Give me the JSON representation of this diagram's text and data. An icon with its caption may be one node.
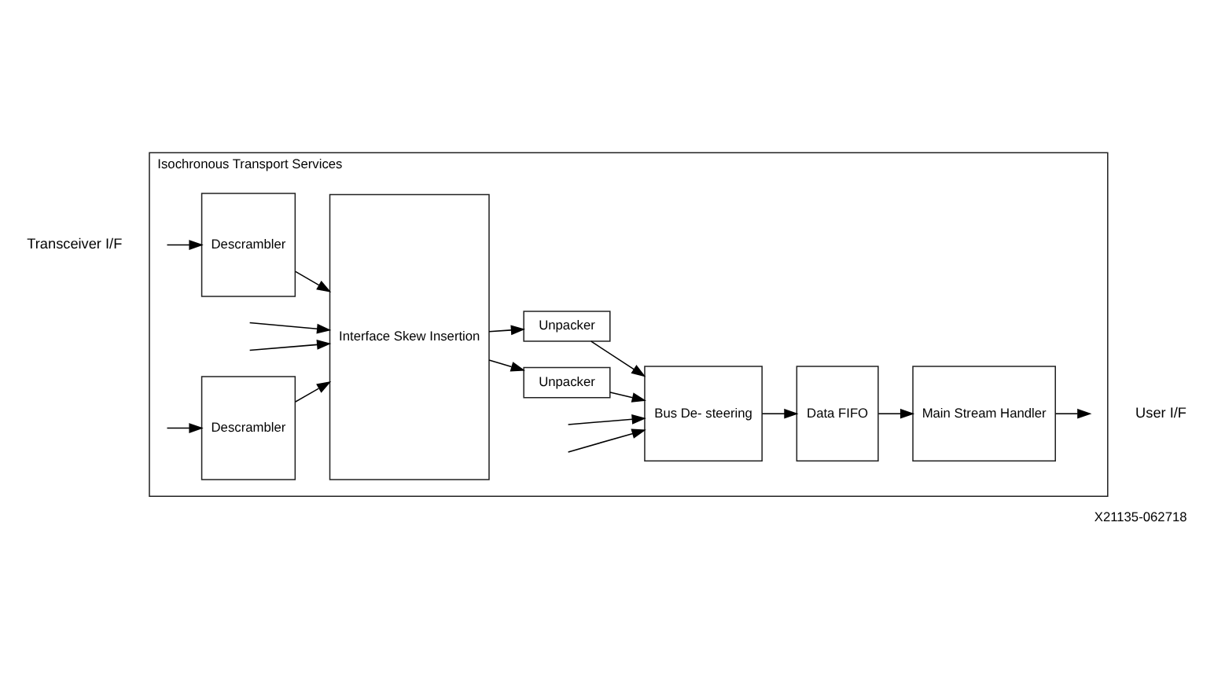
{
  "diagram": {
    "caption": "X21135-062718",
    "nodes": [
      {
        "text": [
          "Isochronous Transport Services"
        ]
      },
      {
        "text": [
          "Descrambler"
        ],
        "in": 0
      },
      {
        "text": [
          "Descrambler"
        ],
        "in": 0
      },
      {
        "text": [
          "Interface Skew Insertion"
        ],
        "in": 0
      },
      {
        "text": [
          "Unpacker"
        ],
        "in": 0
      },
      {
        "text": [
          "Unpacker"
        ],
        "in": 0
      },
      {
        "text": [
          "Bus De- steering"
        ],
        "in": 0
      },
      {
        "text": [
          "Data FIFO"
        ],
        "in": 0
      },
      {
        "text": [
          "Main Stream Handler"
        ],
        "in": 0
      }
    ],
    "edges": [
      {
        "from": null,
        "to": 1,
        "arrow": "to"
      },
      {
        "from": null,
        "to": 3,
        "arrow": "to"
      },
      {
        "from": null,
        "to": 3,
        "arrow": "to"
      },
      {
        "from": null,
        "to": 2,
        "arrow": "to"
      },
      {
        "from": 1,
        "to": 3,
        "arrow": "to"
      },
      {
        "from": 2,
        "to": 3,
        "arrow": "to"
      },
      {
        "from": 3,
        "to": 4,
        "arrow": "to"
      },
      {
        "from": 3,
        "to": 5,
        "arrow": "to"
      },
      {
        "from": 4,
        "to": 6,
        "arrow": "to"
      },
      {
        "from": null,
        "to": 6,
        "arrow": "to"
      },
      {
        "from": null,
        "to": 6,
        "arrow": "to"
      },
      {
        "from": 5,
        "to": 6,
        "arrow": "to"
      },
      {
        "from": 6,
        "to": 7,
        "arrow": "to"
      },
      {
        "from": 7,
        "to": 8,
        "arrow": "to"
      },
      {
        "from": 8,
        "to": null,
        "arrow": "to"
      }
    ],
    "labels": [
      "Transceiver I/F",
      "User I/F"
    ]
  }
}
